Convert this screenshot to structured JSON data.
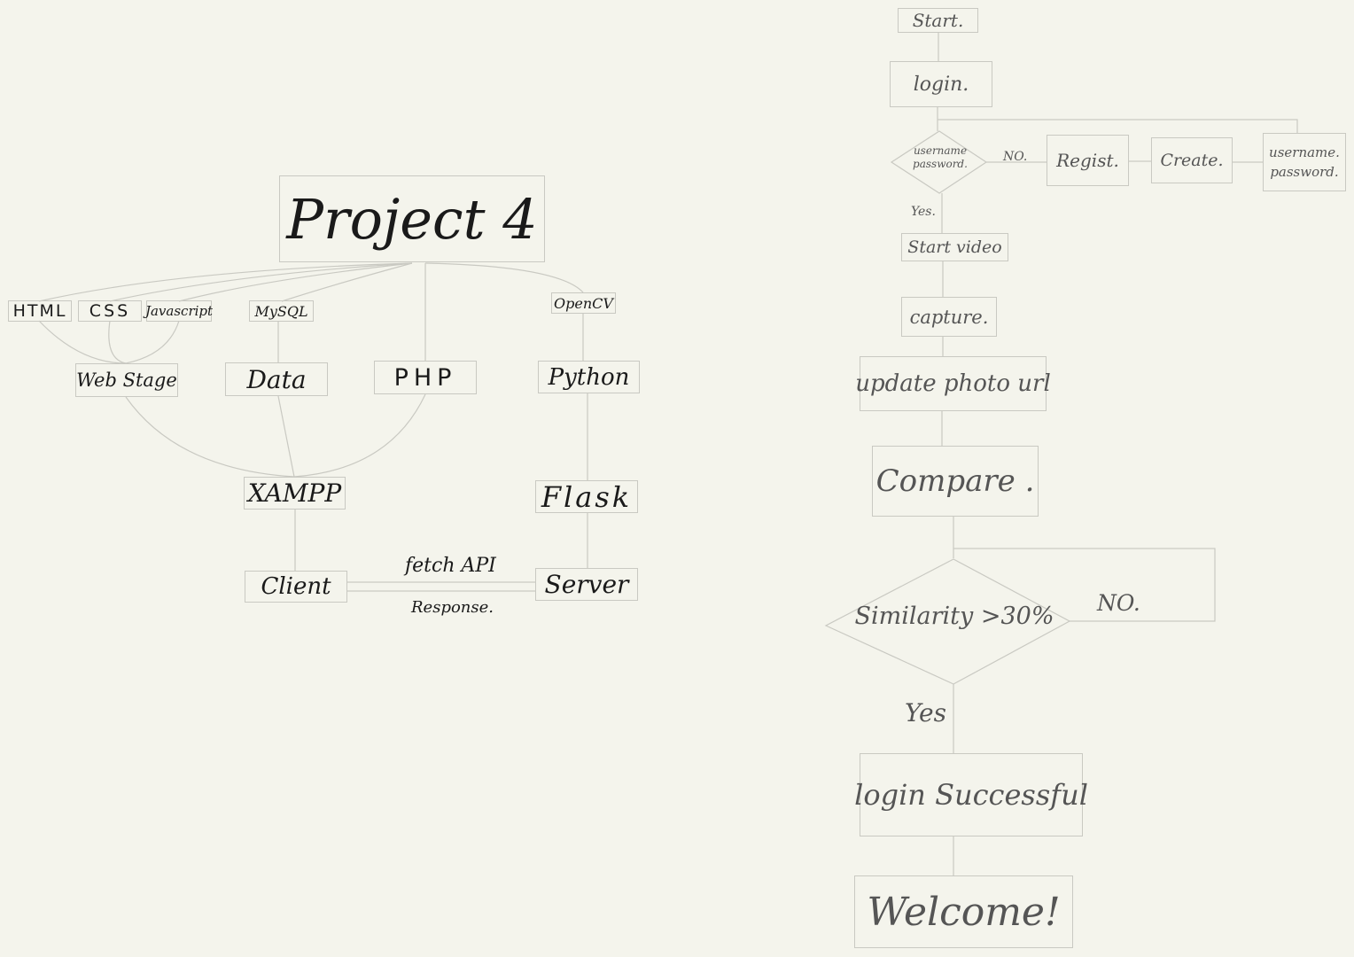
{
  "left_diagram": {
    "title": "Project 4",
    "tech": {
      "html": "HTML",
      "css": "CSS",
      "javascript": "Javascript",
      "mysql": "MySQL",
      "opencv": "OpenCV"
    },
    "layer": {
      "web_stage": "Web Stage",
      "data": "Data",
      "php": "PHP",
      "python": "Python",
      "xampp": "XAMPP",
      "flask": "Flask",
      "client": "Client",
      "server": "Server"
    },
    "edge_labels": {
      "fetch": "fetch API",
      "response": "Response."
    }
  },
  "right_flowchart": {
    "start": "Start.",
    "login": "login.",
    "check_line1": "username",
    "check_line2": "password.",
    "check_no": "NO.",
    "check_yes": "Yes.",
    "regist": "Regist.",
    "create": "Create.",
    "new_line1": "username.",
    "new_line2": "password.",
    "start_video": "Start video",
    "capture": "capture.",
    "update_photo": "update photo url",
    "compare": "Compare .",
    "similarity": "Similarity >30%",
    "similarity_no": "NO.",
    "similarity_yes": "Yes",
    "login_success": "login Successful",
    "welcome": "Welcome!"
  }
}
